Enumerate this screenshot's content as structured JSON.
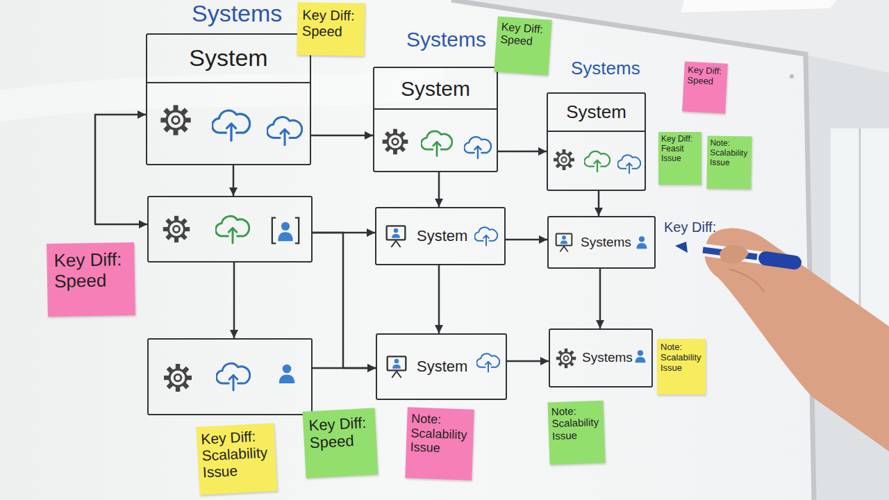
{
  "diagram": {
    "nodes": [
      {
        "text": [
          "System"
        ]
      },
      {
        "text": [
          "System"
        ]
      },
      {
        "text": [
          "System"
        ]
      },
      {
        "text": []
      },
      {
        "text": [
          "System"
        ]
      },
      {
        "text": [
          "Systems"
        ]
      },
      {
        "text": []
      },
      {
        "text": [
          "System"
        ]
      },
      {
        "text": [
          "Systems"
        ]
      },
      {
        "text": [
          "Key Diff: Speed"
        ]
      },
      {
        "text": [
          "Key Diff: Speed"
        ]
      },
      {
        "text": [
          "Key Diff: Speed"
        ]
      },
      {
        "text": [
          "Key Diff: Feasit Issue"
        ]
      },
      {
        "text": [
          "Note: Scalability Issue"
        ]
      },
      {
        "text": [
          "Key Diff: Speed"
        ]
      },
      {
        "text": [
          "Note: Scalability Issue"
        ]
      },
      {
        "text": [
          "Key Diff: Scalability Issue"
        ]
      },
      {
        "text": [
          "Key Diff: Speed"
        ]
      },
      {
        "text": [
          "Note: Scalability Issue"
        ]
      },
      {
        "text": [
          "Note: Scalability Issue"
        ]
      }
    ],
    "edges": [
      {
        "from": 0,
        "to": 1,
        "arrow": "to"
      },
      {
        "from": 1,
        "to": 2,
        "arrow": "to"
      },
      {
        "from": 0,
        "to": 3,
        "arrow": "to"
      },
      {
        "from": 0,
        "to": 3,
        "arrow": "both"
      },
      {
        "from": 3,
        "to": 4,
        "arrow": "to"
      },
      {
        "from": 3,
        "to": 7,
        "arrow": "to"
      },
      {
        "from": 6,
        "to": 7,
        "arrow": "to"
      },
      {
        "from": 3,
        "to": 6,
        "arrow": "to"
      },
      {
        "from": 1,
        "to": 4,
        "arrow": "to"
      },
      {
        "from": 4,
        "to": 5,
        "arrow": "to"
      },
      {
        "from": 4,
        "to": 7,
        "arrow": "to"
      },
      {
        "from": 2,
        "to": 5,
        "arrow": "to"
      },
      {
        "from": 5,
        "to": 8,
        "arrow": "to"
      },
      {
        "from": 7,
        "to": 8,
        "arrow": "to"
      }
    ],
    "labels": [
      "Systems",
      "Systems",
      "Systems",
      "Key Diff:"
    ]
  }
}
